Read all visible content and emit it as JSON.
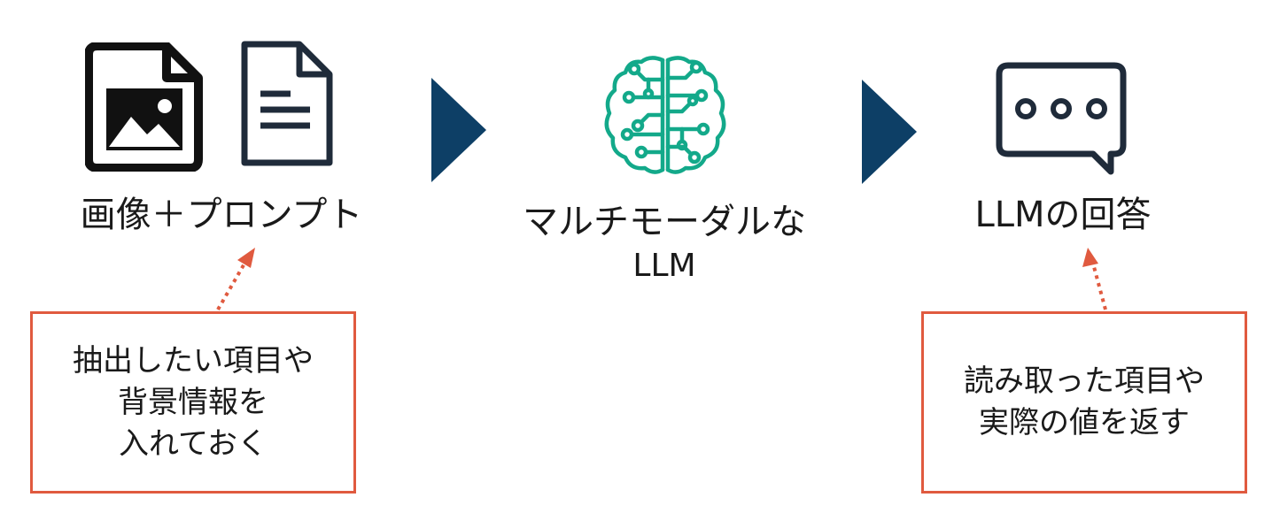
{
  "colors": {
    "icon_dark": "#111111",
    "icon_navy": "#1f2b3a",
    "arrow": "#0d3f66",
    "brain": "#13a98a",
    "note_border": "#e05a3f",
    "dotted_arrow": "#e05a3f"
  },
  "icons": {
    "image_file": "image-file-icon",
    "document": "document-icon",
    "brain": "circuit-brain-icon",
    "chat": "chat-bubble-icon",
    "flow_arrow": "triangle-right-icon"
  },
  "steps": {
    "input": {
      "label": "画像＋プロンプト"
    },
    "model": {
      "line1": "マルチモーダルな",
      "line2": "LLM"
    },
    "output": {
      "label": "LLMの回答"
    }
  },
  "notes": {
    "input": {
      "lines": [
        "抽出したい項目や",
        "背景情報を",
        "入れておく"
      ]
    },
    "output": {
      "lines": [
        "読み取った項目や",
        "実際の値を返す"
      ]
    }
  }
}
